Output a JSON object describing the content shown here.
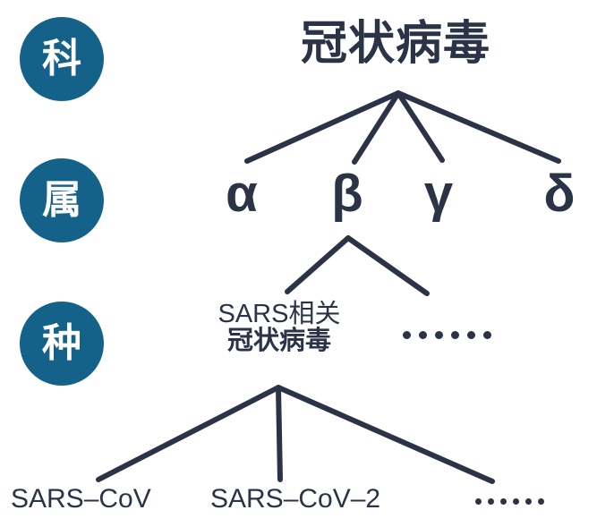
{
  "diagram": {
    "title": "冠状病毒 taxonomy tree",
    "colors": {
      "badge_fill": "#14618a",
      "badge_text": "#ffffff",
      "text": "#2b3347",
      "edge": "#2b3347",
      "background": "#ffffff"
    }
  },
  "ranks": [
    {
      "id": "family",
      "label": "科"
    },
    {
      "id": "genus",
      "label": "属"
    },
    {
      "id": "species",
      "label": "种"
    }
  ],
  "nodes": {
    "family": {
      "label": "冠状病毒"
    },
    "genera": [
      {
        "id": "alpha",
        "label": "α"
      },
      {
        "id": "beta",
        "label": "β"
      },
      {
        "id": "gamma",
        "label": "γ"
      },
      {
        "id": "delta",
        "label": "δ"
      }
    ],
    "species": {
      "sars_related": {
        "line1": "SARS相关",
        "line2": "冠状病毒"
      },
      "more_label": "······"
    },
    "strains": [
      {
        "id": "sars-cov",
        "label": "SARS–CoV"
      },
      {
        "id": "sars-cov-2",
        "label": "SARS–CoV–2"
      }
    ],
    "strains_more_label": "······"
  },
  "ellipsis": {
    "dot_count": 6
  }
}
